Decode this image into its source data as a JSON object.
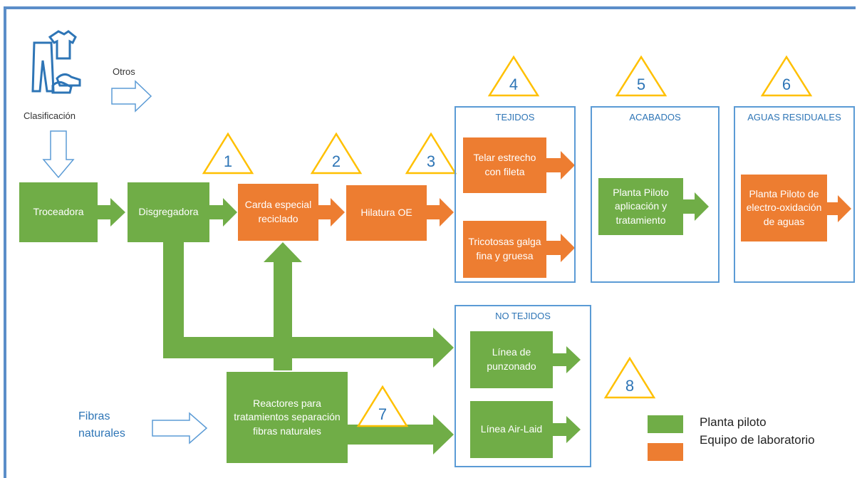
{
  "top": {
    "clasificacion": "Clasificación",
    "otros": "Otros",
    "fibras": "Fibras naturales"
  },
  "nodes": {
    "troceadora": "Troceadora",
    "disgregadora": "Disgregadora",
    "carda": "Carda especial reciclado",
    "hilatura": "Hilatura OE",
    "telar": "Telar estrecho con fileta",
    "tricotosas": "Tricotosas galga fina y gruesa",
    "acabados_pp": "Planta Piloto aplicación y tratamiento",
    "aguas_pp": "Planta Piloto de electro-oxidación de aguas",
    "punzonado": "Línea de punzonado",
    "airlaid": "Línea Air-Laid",
    "reactores": "Reactores para tratamientos separación fibras naturales"
  },
  "groups": {
    "tejidos": "TEJIDOS",
    "acabados": "ACABADOS",
    "aguas": "AGUAS RESIDUALES",
    "notejidos": "NO TEJIDOS"
  },
  "markers": [
    "1",
    "2",
    "3",
    "4",
    "5",
    "6",
    "7",
    "8"
  ],
  "legend": {
    "green_label": "Planta piloto",
    "orange_label": "Equipo de laboratorio",
    "green_color": "#70ad47",
    "orange_color": "#ed7d31"
  }
}
